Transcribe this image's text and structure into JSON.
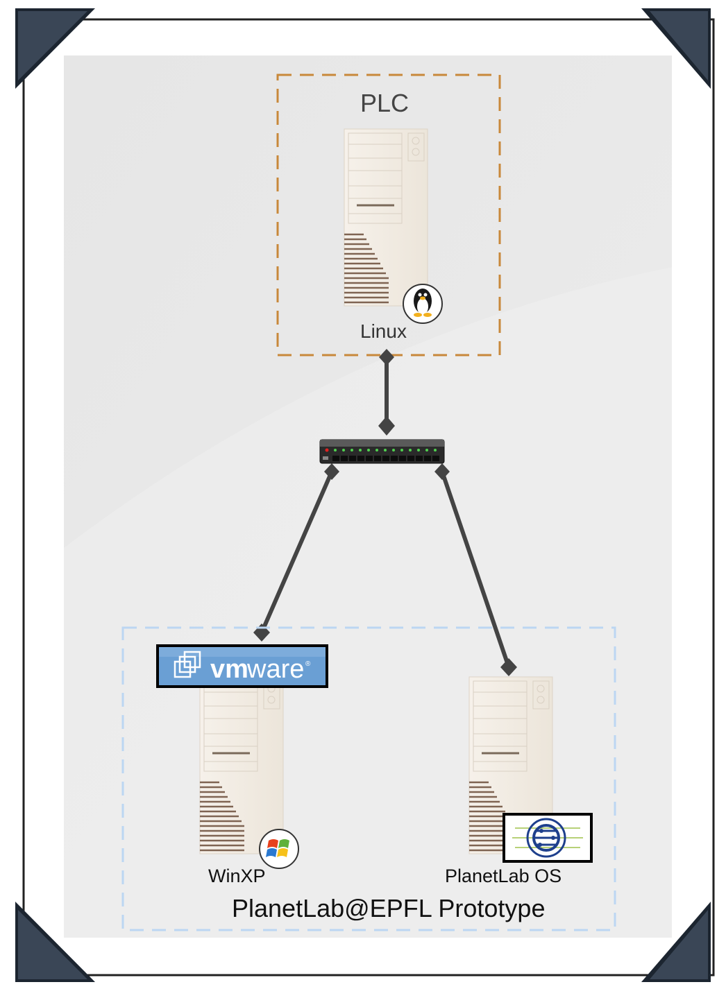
{
  "diagram": {
    "plc_group": {
      "title": "PLC",
      "os_label": "Linux",
      "os_icon": "tux-icon"
    },
    "switch": {
      "icon": "network-switch-icon"
    },
    "prototype_group": {
      "title": "PlanetLab@EPFL Prototype",
      "nodes": [
        {
          "label": "WinXP",
          "os_icon": "windows-icon",
          "virtualization": "vmware"
        },
        {
          "label": "PlanetLab OS",
          "os_icon": "planetlab-icon"
        }
      ]
    }
  },
  "colors": {
    "plc_border": "#c8883a",
    "prototype_border": "#bcd6f2",
    "background": "#ececec",
    "link": "#444444",
    "vmware_bg": "#6a9fd4"
  }
}
